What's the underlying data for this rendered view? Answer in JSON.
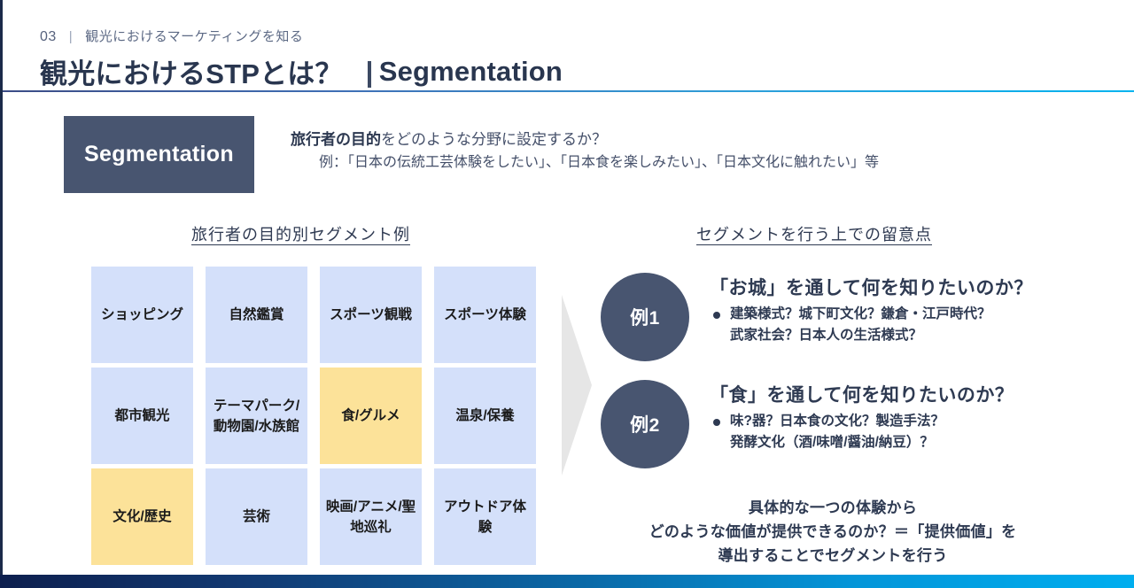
{
  "header": {
    "section_number": "03",
    "separator": "|",
    "section_label": "観光におけるマーケティングを知る",
    "title_main": "観光におけるSTPとは？",
    "title_sub": "Segmentation"
  },
  "banner": {
    "badge_label": "Segmentation",
    "question_bold": "旅行者の目的",
    "question_rest": "をどのような分野に設定するか？",
    "example_line": "例：「日本の伝統工芸体験をしたい」、「日本食を楽しみたい」、「日本文化に触れたい」等"
  },
  "left_panel": {
    "heading": "旅行者の目的別セグメント例",
    "cells": [
      {
        "label": "ショッピング",
        "highlight": false
      },
      {
        "label": "自然鑑賞",
        "highlight": false
      },
      {
        "label": "スポーツ観戦",
        "highlight": false
      },
      {
        "label": "スポーツ体験",
        "highlight": false
      },
      {
        "label": "都市観光",
        "highlight": false
      },
      {
        "label": "テーマパーク/動物園/水族館",
        "highlight": false
      },
      {
        "label": "食/グルメ",
        "highlight": true
      },
      {
        "label": "温泉/保養",
        "highlight": false
      },
      {
        "label": "文化/歴史",
        "highlight": true
      },
      {
        "label": "芸術",
        "highlight": false
      },
      {
        "label": "映画/アニメ/聖地巡礼",
        "highlight": false
      },
      {
        "label": "アウトドア体験",
        "highlight": false
      }
    ]
  },
  "right_panel": {
    "heading": "セグメントを行う上での留意点",
    "examples": [
      {
        "badge": "例1",
        "title": "「お城」を通して何を知りたいのか？",
        "detail_line1": "建築様式？城下町文化？鎌倉・江戸時代？",
        "detail_line2": "武家社会？日本人の生活様式？"
      },
      {
        "badge": "例2",
        "title": "「食」を通して何を知りたいのか？",
        "detail_line1": "味?器？日本食の文化？製造手法？",
        "detail_line2": "発酵文化（酒/味噌/醤油/納豆）？"
      }
    ],
    "conclusion_line1": "具体的な一つの体験から",
    "conclusion_line2": "どのような価値が提供できるのか？＝「提供価値」を",
    "conclusion_line3": "導出することでセグメントを行う"
  },
  "colors": {
    "navy": "#485570",
    "cell_blue": "#d4e0fa",
    "cell_yellow": "#fce299",
    "arrow_gray": "#e6e6e6",
    "footer_start": "#0d1f4e",
    "footer_end": "#00aeef"
  }
}
